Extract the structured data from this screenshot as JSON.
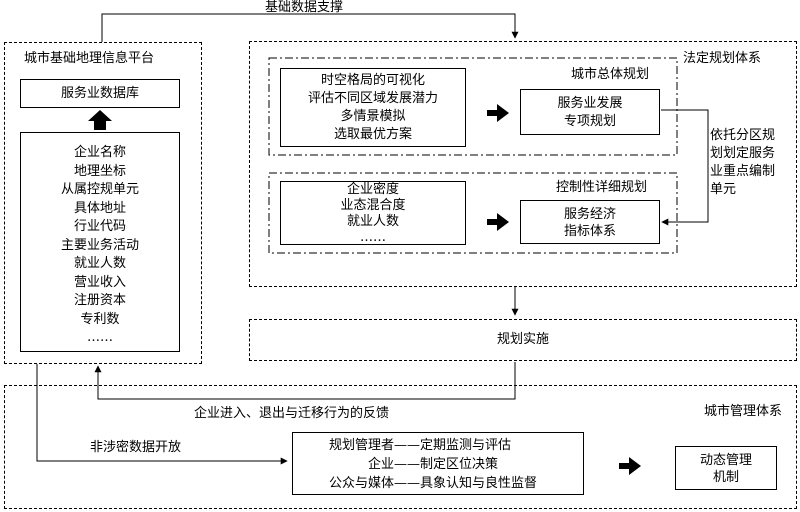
{
  "top_label": "基础数据支撑",
  "platform": {
    "title": "城市基础地理信息平台",
    "db": "服务业数据库",
    "fields": [
      "企业名称",
      "地理坐标",
      "从属控规单元",
      "具体地址",
      "行业代码",
      "主要业务活动",
      "就业人数",
      "营业收入",
      "注册资本",
      "专利数",
      "……"
    ]
  },
  "statutory": {
    "title": "法定规划体系",
    "master": {
      "title": "城市总体规划",
      "methods": [
        "时空格局的可视化",
        "评估不同区域发展潜力",
        "多情景模拟",
        "选取最优方案"
      ],
      "output": [
        "服务业发展",
        "专项规划"
      ]
    },
    "side_note": [
      "依托分区规",
      "划划定服务",
      "业重点编制",
      "单元"
    ],
    "regulatory": {
      "title": "控制性详细规划",
      "indicators": [
        "企业密度",
        "业态混合度",
        "就业人数",
        "……"
      ],
      "output": [
        "服务经济",
        "指标体系"
      ]
    }
  },
  "implementation": "规划实施",
  "management": {
    "title": "城市管理体系",
    "feedback": "企业进入、退出与迁移行为的反馈",
    "open_data": "非涉密数据开放",
    "roles": [
      {
        "actor": "规划管理者",
        "sep": "——",
        "action": "定期监测与评估"
      },
      {
        "actor": "企业",
        "sep": "——",
        "action": "制定区位决策"
      },
      {
        "actor": "公众与媒体",
        "sep": "——",
        "action": "具象认知与良性监督"
      }
    ],
    "mechanism": [
      "动态管理",
      "机制"
    ]
  }
}
